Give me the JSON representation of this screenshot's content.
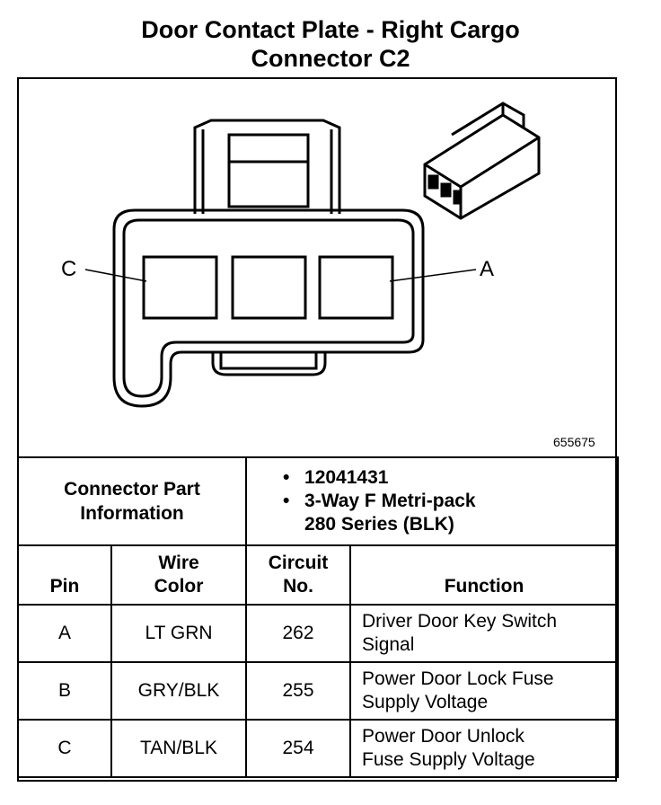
{
  "title": {
    "line1": "Door Contact Plate - Right Cargo",
    "line2": "Connector C2"
  },
  "diagram": {
    "label_left": "C",
    "label_right": "A",
    "figure_number": "655675"
  },
  "part_info": {
    "label": "Connector Part Information",
    "values": [
      "12041431",
      "3-Way F Metri-pack",
      "280 Series (BLK)"
    ]
  },
  "table": {
    "headers": {
      "pin": "Pin",
      "wire_color_1": "Wire",
      "wire_color_2": "Color",
      "circuit_1": "Circuit",
      "circuit_2": "No.",
      "function": "Function"
    },
    "rows": [
      {
        "pin": "A",
        "wire_color": "LT GRN",
        "circuit": "262",
        "function_1": "Driver Door Key Switch",
        "function_2": "Signal"
      },
      {
        "pin": "B",
        "wire_color": "GRY/BLK",
        "circuit": "255",
        "function_1": "Power Door Lock Fuse",
        "function_2": "Supply Voltage"
      },
      {
        "pin": "C",
        "wire_color": "TAN/BLK",
        "circuit": "254",
        "function_1": "Power Door Unlock",
        "function_2": "Fuse Supply Voltage"
      }
    ]
  }
}
